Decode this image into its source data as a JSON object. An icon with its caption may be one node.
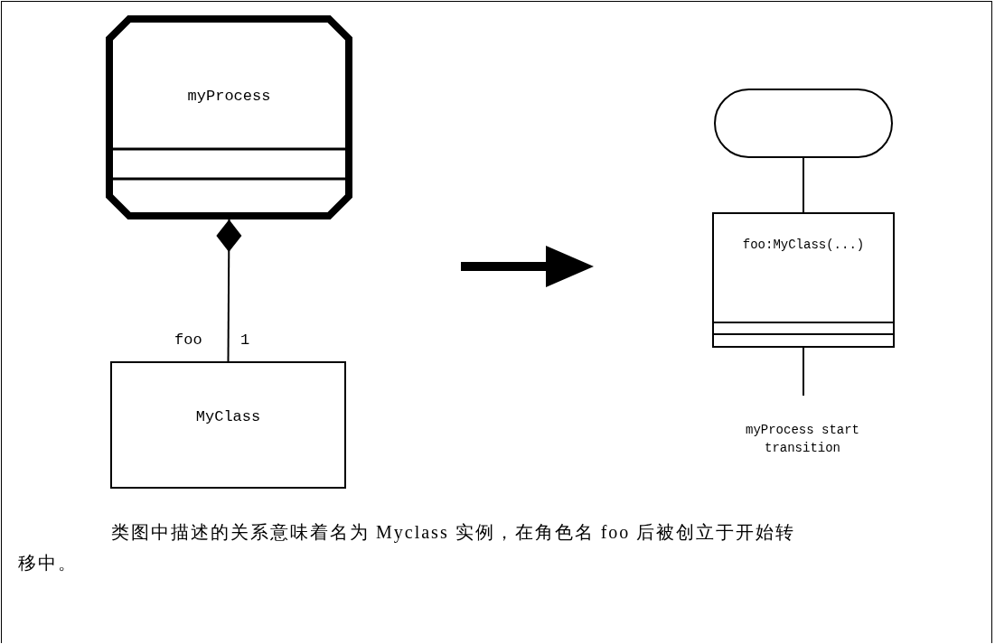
{
  "diagram": {
    "caption": "类图中描述的关系意味着名为 Myclass 实例，在角色名 foo 后被创立于开始转移中。",
    "nodes": [
      {
        "text": [
          "myProcess"
        ]
      },
      {
        "text": [
          "MyClass"
        ]
      },
      {
        "text": [],
        "shape": "pill"
      },
      {
        "text": [
          "foo:MyClass(...)"
        ]
      }
    ],
    "edges": [
      {
        "from": 0,
        "to": 1,
        "arrow": "other"
      },
      {
        "from": 2,
        "to": 3,
        "arrow": "none"
      },
      {
        "from": 3,
        "to": null,
        "arrow": "none"
      }
    ],
    "labels": [
      "foo",
      "1",
      "myProcess start transition"
    ]
  }
}
